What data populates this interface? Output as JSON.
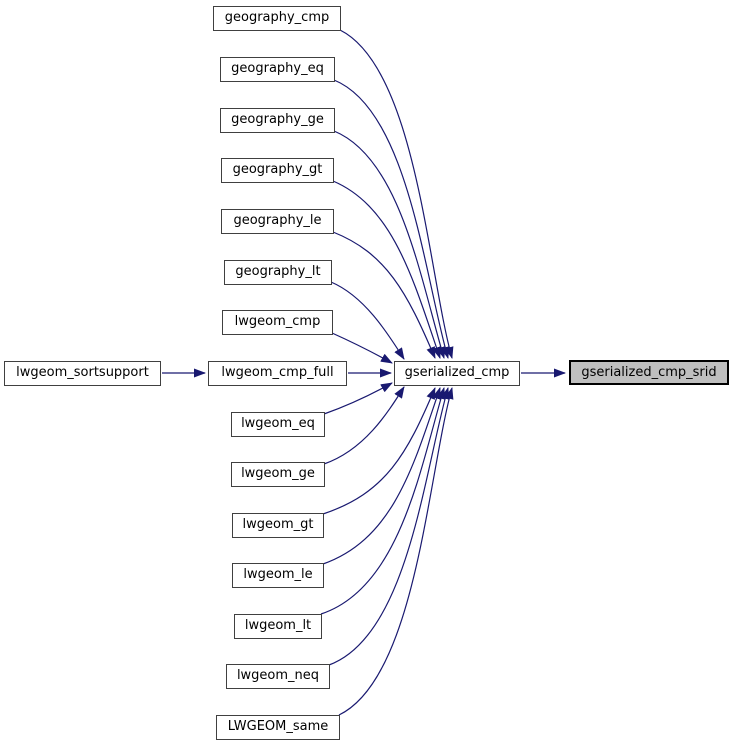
{
  "diagram": {
    "type": "call-graph",
    "colors": {
      "background": "#ffffff",
      "edge": "#191970",
      "node_fill": "#ffffff",
      "node_border": "#404040",
      "node_text": "#000000",
      "highlight_fill": "#bfbfbf",
      "highlight_border": "#000000"
    },
    "nodes": {
      "geography_cmp": {
        "label": "geography_cmp",
        "highlighted": false
      },
      "geography_eq": {
        "label": "geography_eq",
        "highlighted": false
      },
      "geography_ge": {
        "label": "geography_ge",
        "highlighted": false
      },
      "geography_gt": {
        "label": "geography_gt",
        "highlighted": false
      },
      "geography_le": {
        "label": "geography_le",
        "highlighted": false
      },
      "geography_lt": {
        "label": "geography_lt",
        "highlighted": false
      },
      "lwgeom_cmp": {
        "label": "lwgeom_cmp",
        "highlighted": false
      },
      "lwgeom_sortsupport": {
        "label": "lwgeom_sortsupport",
        "highlighted": false
      },
      "lwgeom_cmp_full": {
        "label": "lwgeom_cmp_full",
        "highlighted": false
      },
      "lwgeom_eq": {
        "label": "lwgeom_eq",
        "highlighted": false
      },
      "lwgeom_ge": {
        "label": "lwgeom_ge",
        "highlighted": false
      },
      "lwgeom_gt": {
        "label": "lwgeom_gt",
        "highlighted": false
      },
      "lwgeom_le": {
        "label": "lwgeom_le",
        "highlighted": false
      },
      "lwgeom_lt": {
        "label": "lwgeom_lt",
        "highlighted": false
      },
      "lwgeom_neq": {
        "label": "lwgeom_neq",
        "highlighted": false
      },
      "LWGEOM_same": {
        "label": "LWGEOM_same",
        "highlighted": false
      },
      "gserialized_cmp": {
        "label": "gserialized_cmp",
        "highlighted": false
      },
      "gserialized_cmp_srid": {
        "label": "gserialized_cmp_srid",
        "highlighted": true
      }
    },
    "edges": [
      {
        "from": "geography_cmp",
        "to": "gserialized_cmp"
      },
      {
        "from": "geography_eq",
        "to": "gserialized_cmp"
      },
      {
        "from": "geography_ge",
        "to": "gserialized_cmp"
      },
      {
        "from": "geography_gt",
        "to": "gserialized_cmp"
      },
      {
        "from": "geography_le",
        "to": "gserialized_cmp"
      },
      {
        "from": "geography_lt",
        "to": "gserialized_cmp"
      },
      {
        "from": "lwgeom_cmp",
        "to": "gserialized_cmp"
      },
      {
        "from": "lwgeom_sortsupport",
        "to": "lwgeom_cmp_full"
      },
      {
        "from": "lwgeom_cmp_full",
        "to": "gserialized_cmp"
      },
      {
        "from": "lwgeom_eq",
        "to": "gserialized_cmp"
      },
      {
        "from": "lwgeom_ge",
        "to": "gserialized_cmp"
      },
      {
        "from": "lwgeom_gt",
        "to": "gserialized_cmp"
      },
      {
        "from": "lwgeom_le",
        "to": "gserialized_cmp"
      },
      {
        "from": "lwgeom_lt",
        "to": "gserialized_cmp"
      },
      {
        "from": "lwgeom_neq",
        "to": "gserialized_cmp"
      },
      {
        "from": "LWGEOM_same",
        "to": "gserialized_cmp"
      },
      {
        "from": "gserialized_cmp",
        "to": "gserialized_cmp_srid"
      }
    ]
  }
}
